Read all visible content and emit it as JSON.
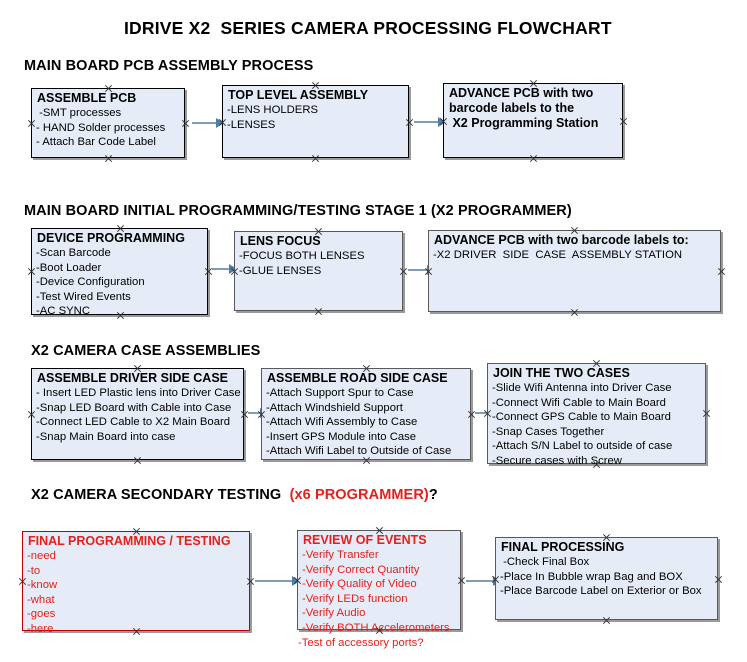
{
  "document": {
    "title": "IDRIVE X2  SERIES CAMERA PROCESSING FLOWCHART"
  },
  "sections": [
    {
      "id": "main-board-pcb-assembly-process",
      "heading": "MAIN BOARD PCB ASSEMBLY PROCESS",
      "heading_accent": "",
      "heading_tail": ""
    },
    {
      "id": "main-board-initial-programming",
      "heading": "MAIN BOARD INITIAL PROGRAMMING/TESTING STAGE 1 (X2 PROGRAMMER)",
      "heading_accent": "",
      "heading_tail": ""
    },
    {
      "id": "x2-camera-case-assemblies",
      "heading": "X2 CAMERA CASE ASSEMBLIES",
      "heading_accent": "",
      "heading_tail": ""
    },
    {
      "id": "x2-camera-secondary-testing",
      "heading": "X2 CAMERA SECONDARY TESTING  ",
      "heading_accent": "(x6 PROGRAMMER)",
      "heading_tail": "?"
    }
  ],
  "boxes": {
    "assemble_pcb": {
      "title": "ASSEMBLE PCB",
      "lines": [
        " -SMT processes",
        "- HAND Solder processes",
        "- Attach Bar Code Label"
      ]
    },
    "top_level_assembly": {
      "title": "TOP LEVEL ASSEMBLY",
      "lines": [
        "-LENS HOLDERS",
        "-LENSES"
      ]
    },
    "advance_pcb_1": {
      "title": "ADVANCE PCB with two",
      "lines": [
        "barcode labels to the",
        " X2 Programming Station"
      ]
    },
    "device_programming": {
      "title": "DEVICE PROGRAMMING",
      "lines": [
        "-Scan Barcode",
        "-Boot Loader",
        "-Device Configuration",
        "-Test Wired Events",
        "-AC SYNC"
      ]
    },
    "lens_focus": {
      "title": "LENS FOCUS",
      "lines": [
        "-FOCUS BOTH LENSES",
        "-GLUE LENSES"
      ]
    },
    "advance_pcb_2": {
      "title": "ADVANCE PCB with two barcode labels to:",
      "lines": [
        "-X2 DRIVER  SIDE  CASE  ASSEMBLY STATION"
      ]
    },
    "assemble_driver_side_case": {
      "title": "ASSEMBLE DRIVER SIDE CASE",
      "lines": [
        "- Insert LED Plastic lens into Driver Case",
        "-Snap LED Board with Cable into Case",
        "-Connect LED Cable to X2 Main Board",
        "-Snap Main Board into case"
      ]
    },
    "assemble_road_side_case": {
      "title": "ASSEMBLE ROAD SIDE CASE",
      "lines": [
        "-Attach Support Spur to Case",
        "-Attach Windshield Support",
        "-Attach Wifi Assembly to Case",
        "-Insert GPS Module into Case",
        "-Attach Wifi Label to Outside of Case"
      ]
    },
    "join_the_two_cases": {
      "title": "JOIN THE TWO CASES",
      "lines": [
        "-Slide Wifi Antenna into Driver Case",
        "-Connect Wifi Cable to Main Board",
        "-Connect GPS Cable to Main Board",
        "-Snap Cases Together",
        "-Attach S/N Label to outside of case",
        "-Secure cases with Screw"
      ]
    },
    "final_programming_testing": {
      "title": "FINAL PROGRAMMING / TESTING",
      "lines": [
        "-need",
        "-to",
        "-know",
        "-what",
        "-goes",
        "-here"
      ]
    },
    "review_of_events": {
      "title": "REVIEW OF EVENTS",
      "lines": [
        "-Verify Transfer",
        "-Verify Correct Quantity",
        "-Verify Quality of Video",
        "-Verify LEDs function",
        "-Verify Audio",
        "-Verify BOTH Accelerometers",
        "-Test of accessory ports?"
      ]
    },
    "final_processing": {
      "title": "FINAL PROCESSING",
      "lines": [
        " -Check Final Box",
        "-Place In Bubble wrap Bag and BOX",
        "-Place Barcode Label on Exterior or Box"
      ]
    }
  },
  "colors": {
    "box_fill": "#e6ecf7",
    "box_border": "#000000",
    "red_border": "#c00000",
    "red_text": "#e32119",
    "connector": "#7f9db9",
    "arrowhead": "#4f7ca8",
    "shadow": "#9a9a9a"
  }
}
